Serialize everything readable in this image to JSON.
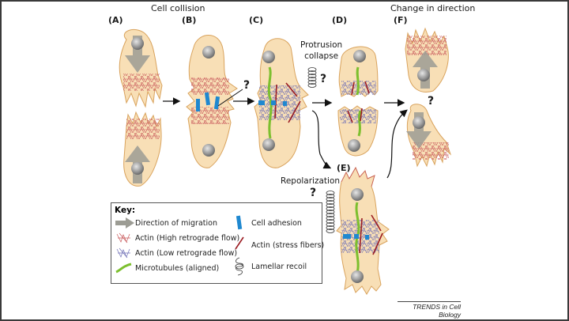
{
  "headers": {
    "cell_collision": "Cell collision",
    "change_in_direction": "Change in direction"
  },
  "panels": {
    "A": "(A)",
    "B": "(B)",
    "C": "(C)",
    "D": "(D)",
    "E": "(E)",
    "F": "(F)"
  },
  "annotations": {
    "protrusion_collapse_line1": "Protrusion",
    "protrusion_collapse_line2": "collapse",
    "repolarization": "Repolarization",
    "question_mark": "?"
  },
  "key": {
    "title": "Key:",
    "items": [
      {
        "icon": "grey-arrow-icon",
        "label": "Direction of migration"
      },
      {
        "icon": "red-actin-mesh-icon",
        "label": "Actin (High retrograde flow)"
      },
      {
        "icon": "blue-actin-mesh-icon",
        "label": "Actin (Low retrograde flow)"
      },
      {
        "icon": "green-microtubule-icon",
        "label": "Microtubules (aligned)"
      },
      {
        "icon": "blue-adhesion-icon",
        "label": "Cell adhesion"
      },
      {
        "icon": "red-stress-fiber-icon",
        "label": "Actin (stress fibers)"
      },
      {
        "icon": "coil-icon",
        "label": "Lamellar recoil"
      }
    ]
  },
  "credit": "TRENDS in Cell Biology",
  "colors": {
    "cell_fill": "#f8dfb6",
    "cell_outline": "#d9a35d",
    "actin_high": "#c8585a",
    "actin_low": "#6f6fb5",
    "microtubule": "#7cbf2e",
    "adhesion": "#1f88d0",
    "stress_fiber": "#9b1c22",
    "arrow_grey": "#9c9c94",
    "nucleus": "#9a9a9a"
  }
}
